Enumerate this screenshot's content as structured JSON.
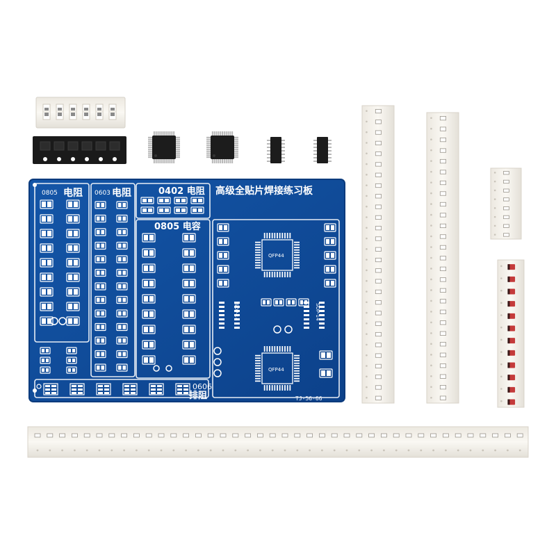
{
  "board": {
    "title": "高级全贴片焊接练习板",
    "label_0805_resistor_size": "0805",
    "label_0805_resistor_word": "电阻",
    "label_0603_resistor_size": "0603",
    "label_0603_resistor_word": "电阻",
    "label_0402_resistor": "0402 电阻",
    "label_0805_capacitor": "0805 电容",
    "label_0606_size": "0606",
    "label_0606_word": "排阻",
    "label_qfp_top": "QFP44",
    "label_qfp_bottom": "QFP44",
    "label_sop_left": "SOP-14",
    "label_sop_right": "SOP-14",
    "label_version": "TJ-56-66"
  },
  "colors": {
    "pcb": "#0f4c9c",
    "pcb_edge": "#0a3a7c",
    "silkscreen": "#ffffff",
    "pad": "#ffffff",
    "tape": "#f6f3ee",
    "tape_shadow": "#dedad2",
    "chip": "#1c1c1c",
    "resistor_body": "#d8d1c4",
    "diode_body": "#c43a3a",
    "strip_black": "#1a1a1a"
  },
  "icons": {
    "qfp_chip": "qfp44-chip-icon",
    "sop_chip": "sop14-chip-icon"
  }
}
